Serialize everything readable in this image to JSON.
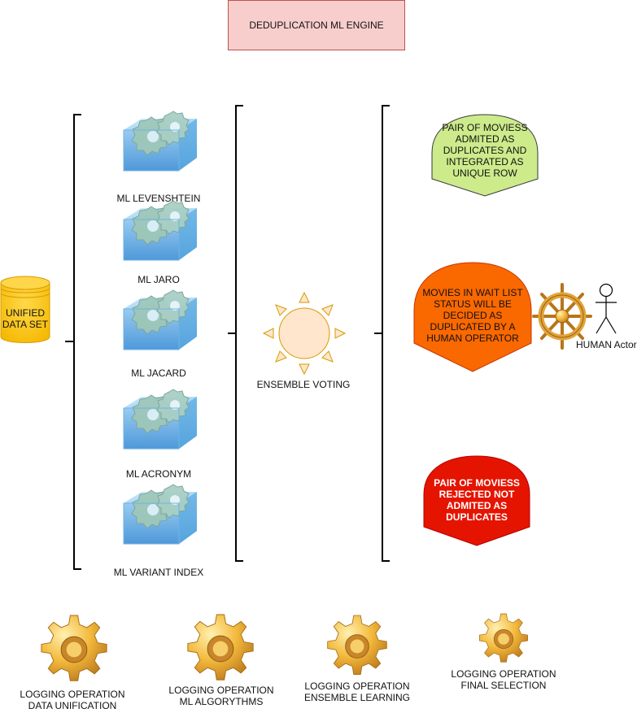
{
  "title": "DEDUPLICATION ML ENGINE",
  "input": {
    "label_line1": "UNIFIED",
    "label_line2": "DATA SET"
  },
  "algorithms": [
    "ML LEVENSHTEIN",
    "ML JARO",
    "ML JACARD",
    "ML ACRONYM",
    "ML VARIANT INDEX"
  ],
  "ensemble": {
    "label": "ENSEMBLE VOTING"
  },
  "outcomes": {
    "accepted": [
      "PAIR OF MOVIESS",
      "ADMITED AS",
      "DUPLICATES AND",
      "INTEGRATED AS",
      "UNIQUE ROW"
    ],
    "waitlist": [
      "MOVIES IN WAIT LIST",
      "STATUS WILL BE",
      "DECIDED AS",
      "DUPLICATED BY A",
      "HUMAN OPERATOR"
    ],
    "rejected": [
      "PAIR OF MOVIESS",
      "REJECTED NOT",
      "ADMITED AS",
      "DUPLICATES"
    ]
  },
  "actor": {
    "label": "HUMAN Actor"
  },
  "logging": [
    {
      "line1": "LOGGING OPERATION",
      "line2": "DATA UNIFICATION"
    },
    {
      "line1": "LOGGING OPERATION",
      "line2": "ML ALGORYTHMS"
    },
    {
      "line1": "LOGGING OPERATION",
      "line2": "ENSEMBLE LEARNING"
    },
    {
      "line1": "LOGGING OPERATION",
      "line2": "FINAL SELECTION"
    }
  ],
  "colors": {
    "title_fill": "#f8cecc",
    "title_stroke": "#b85450",
    "database": "#ffcd28",
    "accepted": "#cdeb8b",
    "waitlist": "#fa6800",
    "rejected": "#e51400",
    "sun": "#ffe6cc",
    "gear": "#e8a530"
  }
}
